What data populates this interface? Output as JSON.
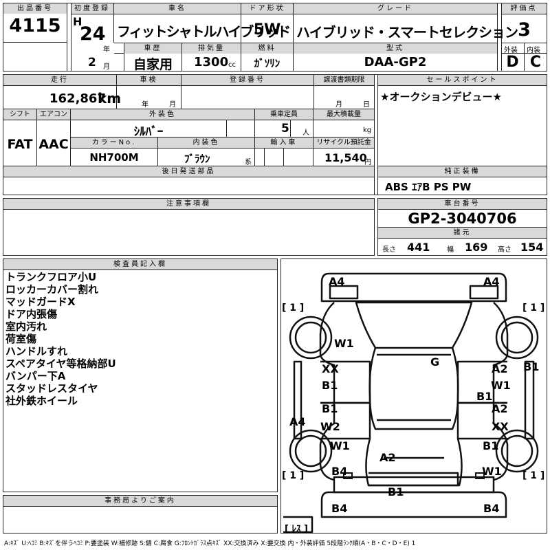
{
  "header": {
    "lot_no_label": "出品番号",
    "lot_no": "4115",
    "first_reg_label": "初度登録",
    "era": "H",
    "year": "24",
    "year_unit": "年",
    "month": "2",
    "month_unit": "月",
    "car_name_label": "車名",
    "car_name": "フィットシャトルハイブリッド",
    "door_label": "ドア形状",
    "door": "5W",
    "grade_label": "グレード",
    "grade": "ハイブリッド・スマートセレクション",
    "score_label": "評価点",
    "score": "3",
    "history_label": "車歴",
    "history": "自家用",
    "displacement_label": "排気量",
    "displacement": "1300",
    "displacement_unit": "cc",
    "fuel_label": "燃料",
    "fuel": "ｶﾞｿﾘﾝ",
    "model_label": "型式",
    "model": "DAA-GP2",
    "exterior_label": "外装",
    "exterior": "D",
    "interior_label": "内装",
    "interior": "C"
  },
  "row2": {
    "mileage_label": "走行",
    "mileage": "162,867",
    "mileage_unit": "km",
    "inspection_label": "車検",
    "insp_year_unit": "年",
    "insp_month_unit": "月",
    "regno_label": "登録番号",
    "deadline_label": "譲渡書類期限",
    "deadline_month_unit": "月",
    "deadline_day_unit": "日",
    "sales_point_label": "セールスポイント",
    "sales_point": "★オークションデビュー★",
    "shift_label": "シフト",
    "shift": "FAT",
    "ac_label": "エアコン",
    "ac": "AAC",
    "color_label": "外装色",
    "color": "ｼﾙﾊﾞｰ",
    "capacity_label": "乗車定員",
    "capacity": "5",
    "capacity_unit": "人",
    "max_load_label": "最大積載量",
    "max_load_unit": "kg",
    "color_no_label": "カラーNo.",
    "color_no": "NH700M",
    "interior_color_label": "内装色",
    "interior_color": "ﾌﾞﾗｳﾝ",
    "interior_color_unit": "系",
    "import_label": "輸入車",
    "recycle_label": "リサイクル預託金",
    "recycle": "11,540",
    "recycle_unit": "円"
  },
  "later_parts_label": "後日発送部品",
  "equipment_label": "純正装備",
  "equipment": "ABS ｴｱB PS PW",
  "caution_label": "注意事項欄",
  "chassis_label": "車台番号",
  "chassis": "GP2-3040706",
  "dims": {
    "label": "諸元",
    "length_label": "長さ",
    "length": "441",
    "width_label": "幅",
    "width": "169",
    "height_label": "高さ",
    "height": "154"
  },
  "inspector_label": "検査員記入欄",
  "inspector_notes": [
    "トランクフロア小U",
    "ロッカーカバー割れ",
    "マッドガードX",
    "ドア内張傷",
    "室内汚れ",
    "荷室傷",
    "ハンドルすれ",
    "スペアタイヤ等格納部U",
    "バンパー下A",
    "スタッドレスタイヤ",
    "社外鉄ホイール"
  ],
  "office_label": "事務局よりご案内",
  "diagram": {
    "marks": {
      "fl_corner": "A4",
      "fr_corner": "A4",
      "tire_fl": "[ 1 ]",
      "tire_fr": "[ 1 ]",
      "tire_rl": "[ 1 ]",
      "tire_rr": "[ 1 ]",
      "l_front_fender": "W1",
      "roof": "G",
      "l_front_door_a": "XX",
      "l_front_door_b": "B1",
      "l_rear_door_a": "B1",
      "l_rear_door_b": "W2",
      "r_front_door_a": "A2",
      "r_front_door_b": "W1",
      "r_rocker": "B1",
      "r_rear_door_a": "A2",
      "r_rear_door_b": "XX",
      "r_side": "B1",
      "l_side": "A4",
      "l_rear_fender": "W1",
      "r_rear_fender": "B1",
      "rear_glass": "A2",
      "l_rear_quarter": "B4",
      "r_rear_quarter": "W1",
      "rear_bumper_top": "B1",
      "rl_corner": "B4",
      "rr_corner": "B4",
      "spare": "[ ﾚｽ ]"
    }
  },
  "legend": "A:ｷｽﾞ U:ﾍｺﾐ B:ｷｽﾞを伴うﾍｺﾐ P:要塗装 W:補修跡 S:錆 C:腐食 G:ﾌﾛﾝﾄｶﾞﾗｽ点ｷｽﾞ XX:交換済み X:要交換 内・外装評価 5段階ﾗﾝｸ順(A・B・C・D・E) 1"
}
